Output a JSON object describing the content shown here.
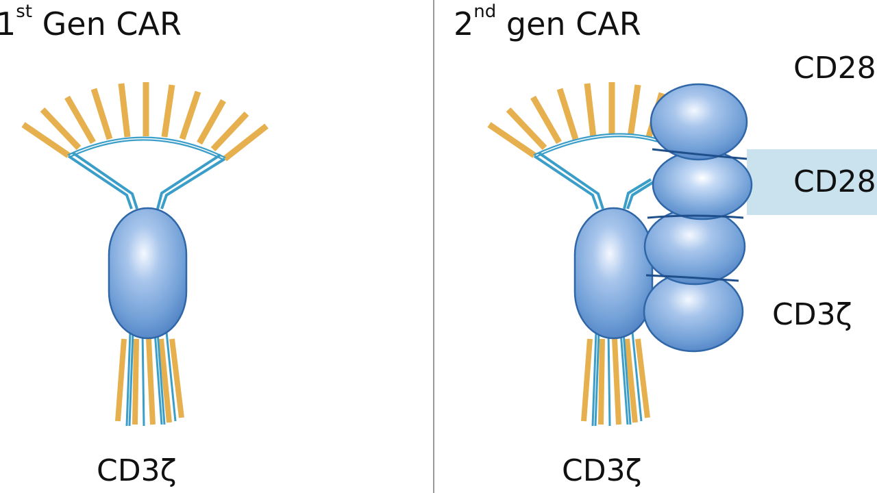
{
  "panels": [
    {
      "title_num": "1",
      "title_sup": "st",
      "title_text": " Gen CAR",
      "bottom_label": "CD3ζ"
    },
    {
      "title_num": "2",
      "title_sup": "nd",
      "title_text": " gen CAR",
      "bottom_label": "CD3ζ",
      "domain_labels": [
        "CD28",
        "CD28",
        "CD3ζ"
      ]
    }
  ],
  "colors": {
    "antibody_gold": "#e6b04f",
    "linker_blue": "#3a9ec9",
    "domain_blue": "#6f9ed6",
    "domain_stroke": "#2f66a8",
    "highlight_band": "#c9e2ee",
    "divider": "#9a9a9a"
  }
}
